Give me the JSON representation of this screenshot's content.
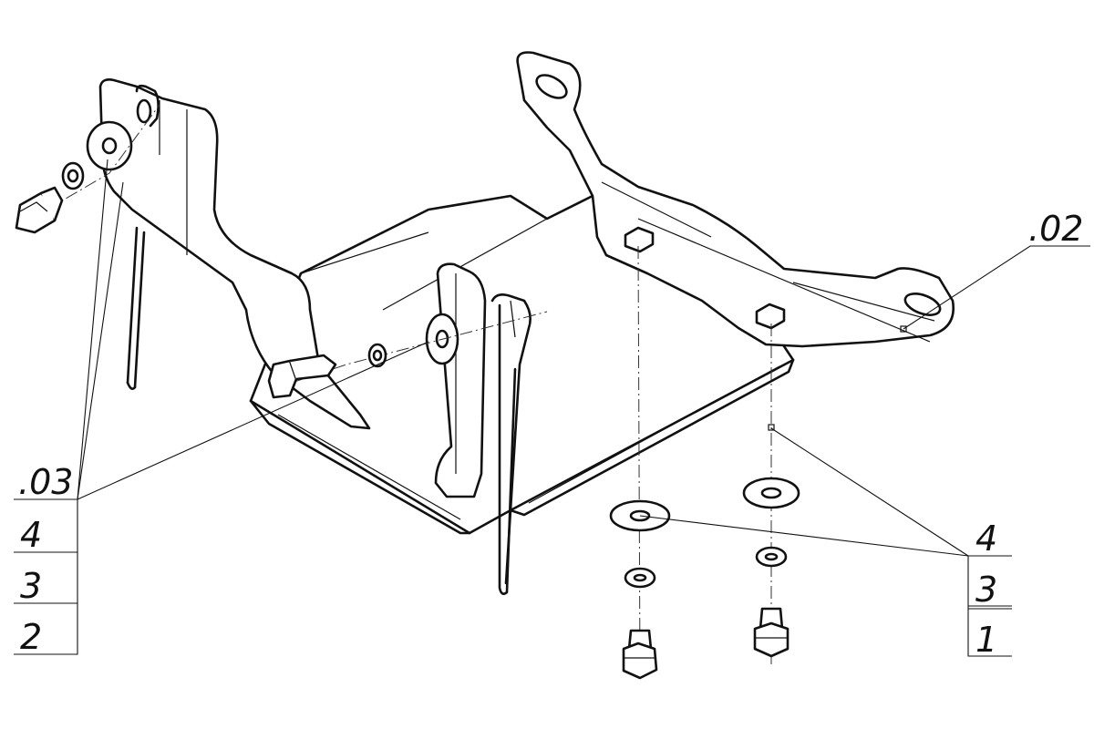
{
  "left_callout": {
    "ref": ".03",
    "rows": [
      "4",
      "3",
      "2"
    ]
  },
  "right_callout": {
    "ref": ".02",
    "rows": [
      "4",
      "3",
      "1"
    ]
  }
}
